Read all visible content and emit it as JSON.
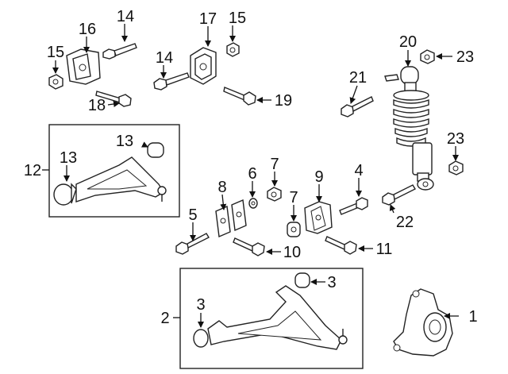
{
  "diagram": {
    "callouts": {
      "n1": "1",
      "n2": "2",
      "n3a": "3",
      "n3b": "3",
      "n4": "4",
      "n5": "5",
      "n6": "6",
      "n7a": "7",
      "n7b": "7",
      "n8": "8",
      "n9": "9",
      "n10": "10",
      "n11": "11",
      "n12": "12",
      "n13a": "13",
      "n13b": "13",
      "n14a": "14",
      "n14b": "14",
      "n15a": "15",
      "n15b": "15",
      "n16": "16",
      "n17": "17",
      "n18": "18",
      "n19": "19",
      "n20": "20",
      "n21": "21",
      "n22": "22",
      "n23a": "23",
      "n23b": "23"
    },
    "colors": {
      "line": "#111111",
      "background": "#ffffff"
    }
  }
}
